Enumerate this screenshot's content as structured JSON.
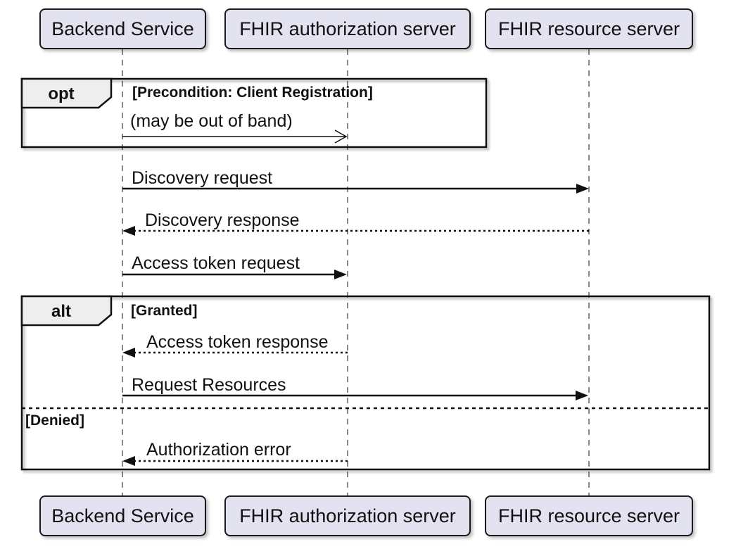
{
  "diagram_type": "uml-sequence-diagram",
  "participants": [
    {
      "label": "Backend Service"
    },
    {
      "label": "FHIR authorization server"
    },
    {
      "label": "FHIR resource server"
    }
  ],
  "fragments": [
    {
      "operator": "opt",
      "guard": "[Precondition: Client Registration]"
    },
    {
      "operator": "alt",
      "guards": [
        "[Granted]",
        "[Denied]"
      ]
    }
  ],
  "messages": [
    {
      "from": "Backend Service",
      "to": "FHIR authorization server",
      "label": "(may be out of band)",
      "line": "solid-thin",
      "arrowhead": "open"
    },
    {
      "from": "Backend Service",
      "to": "FHIR resource server",
      "label": "Discovery request",
      "line": "solid",
      "arrowhead": "filled"
    },
    {
      "from": "FHIR resource server",
      "to": "Backend Service",
      "label": "Discovery response",
      "line": "dotted",
      "arrowhead": "filled"
    },
    {
      "from": "Backend Service",
      "to": "FHIR authorization server",
      "label": "Access token request",
      "line": "solid",
      "arrowhead": "filled"
    },
    {
      "from": "FHIR authorization server",
      "to": "Backend Service",
      "label": "Access token response",
      "line": "dotted",
      "arrowhead": "filled"
    },
    {
      "from": "Backend Service",
      "to": "FHIR resource server",
      "label": "Request Resources",
      "line": "solid",
      "arrowhead": "filled"
    },
    {
      "from": "FHIR authorization server",
      "to": "Backend Service",
      "label": "Authorization error",
      "line": "dotted",
      "arrowhead": "filled"
    }
  ],
  "colors": {
    "background": "#FFFFFF",
    "text_color": "#111111",
    "participant_fill": "#E2E2F0",
    "participant_border": "#1A1A1A",
    "fragment_header_fill": "#EEEEEE",
    "line_color": "#111111",
    "lifeline_color": "#888888"
  }
}
